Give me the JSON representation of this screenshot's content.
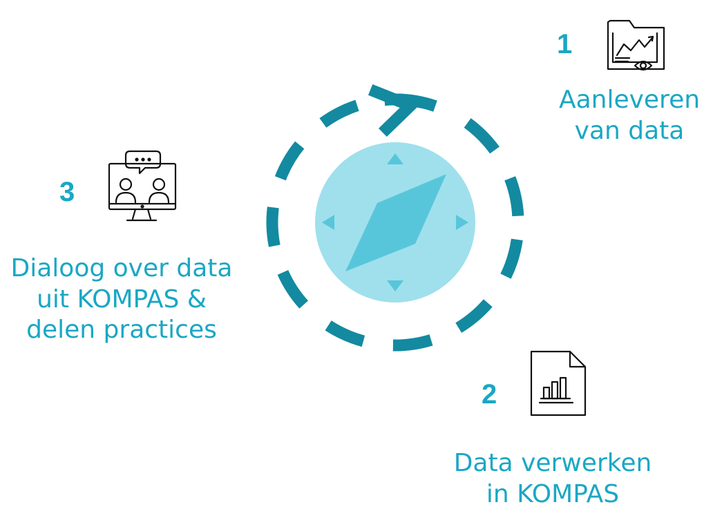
{
  "colors": {
    "accent": "#1aa7c4",
    "ring": "#138aa0",
    "compass_disc": "#9fe0ec",
    "compass_needle": "#58c6da",
    "icon_stroke": "#111111"
  },
  "steps": [
    {
      "number": "1",
      "icon": "folder-analytics-icon",
      "label_lines": [
        "Aanleveren",
        "van data"
      ]
    },
    {
      "number": "2",
      "icon": "report-chart-icon",
      "label_lines": [
        "Data verwerken",
        "in KOMPAS"
      ]
    },
    {
      "number": "3",
      "icon": "video-chat-icon",
      "label_lines": [
        "Dialoog over data",
        "uit KOMPAS &",
        "delen practices"
      ]
    }
  ],
  "center": {
    "icon": "compass-icon",
    "ring": "dashed-cycle-arrow"
  }
}
